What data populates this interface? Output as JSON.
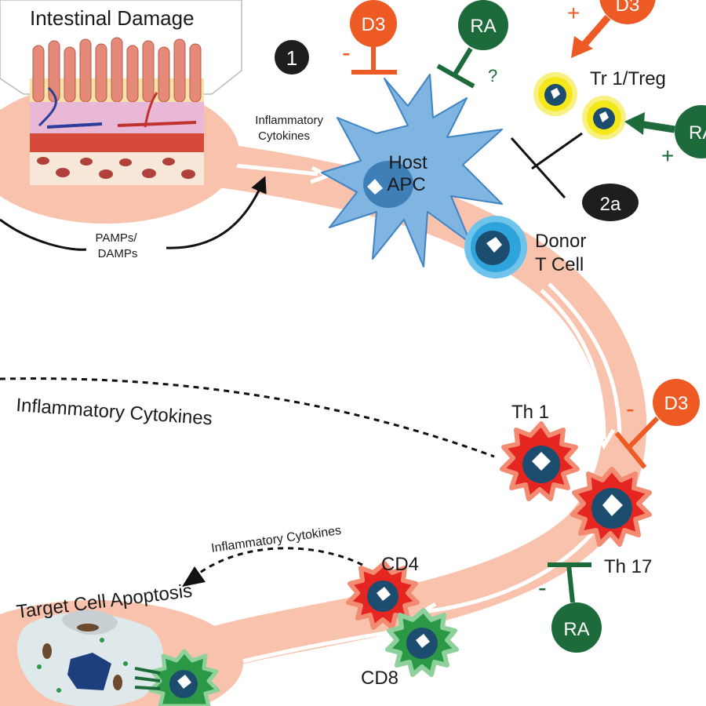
{
  "title": "Intestinal Damage",
  "pamps_label": [
    "PAMPs/",
    "DAMPs"
  ],
  "inflammatory_cytokines_small": [
    "Inflammatory",
    "Cytokines"
  ],
  "host_apc_label": [
    "Host",
    "APC"
  ],
  "donor_tcell_label": [
    "Donor",
    "T Cell"
  ],
  "treg_label": "Tr 1/Treg",
  "inflammatory_cytokines_large": "Inflammatory Cytokines",
  "inflammatory_cytokines_curved": "Inflammatory Cytokines",
  "target_apoptosis_label": "Target Cell  Apoptosis",
  "th1_label": "Th 1",
  "th17_label": "Th 17",
  "cd4_label": "CD4",
  "cd8_label": "CD8",
  "step_badges": [
    "1",
    "2a"
  ],
  "d3_label": "D3",
  "ra_label": "RA",
  "question_mark": "?",
  "minus_sign": "-",
  "plus_sign": "+",
  "colors": {
    "d3_orange": "#ee5a24",
    "ra_green": "#1d6b3a",
    "badge_black": "#1e1e1e",
    "flow_pink": "#f9c2ad",
    "th_red": "#e52520",
    "cd8_green": "#2a9845",
    "donor_blue": "#2fa4dc",
    "apc_blue": "#7fb5e0",
    "treg_yellow": "#f4e81a",
    "nucleus": "#1c4d6e"
  }
}
